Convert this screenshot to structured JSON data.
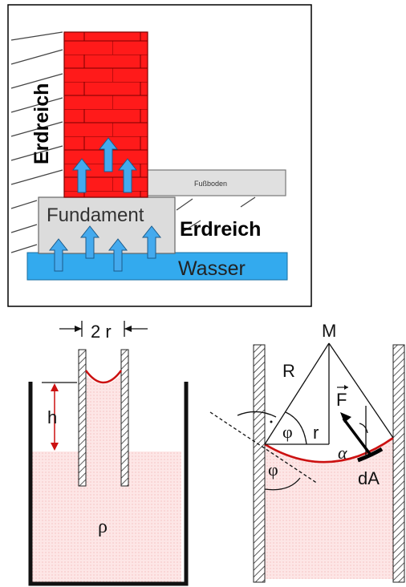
{
  "top_diagram": {
    "labels": {
      "erdreich_left": "Erdreich",
      "erdreich_right": "Erdreich",
      "fundament": "Fundament",
      "fussboden": "Fußboden",
      "wasser": "Wasser"
    },
    "colors": {
      "wall": "#ff1a1a",
      "water": "#33aaee",
      "arrow": "#44aaee",
      "foundation": "#dcdcdc"
    }
  },
  "capillary": {
    "labels": {
      "diameter": "2 r",
      "height": "h",
      "density": "ρ"
    },
    "colors": {
      "liquid": "#fde4e4",
      "meniscus": "#cc1111",
      "height_arrow": "#cc1111"
    }
  },
  "meniscus_geometry": {
    "labels": {
      "center": "M",
      "radius": "R",
      "small_radius": "r",
      "angle_top": "φ",
      "angle_left": "φ",
      "force": "F",
      "angle_force": "α",
      "area_element": "dA"
    },
    "colors": {
      "liquid": "#fde4e4",
      "meniscus": "#cc1111"
    }
  }
}
